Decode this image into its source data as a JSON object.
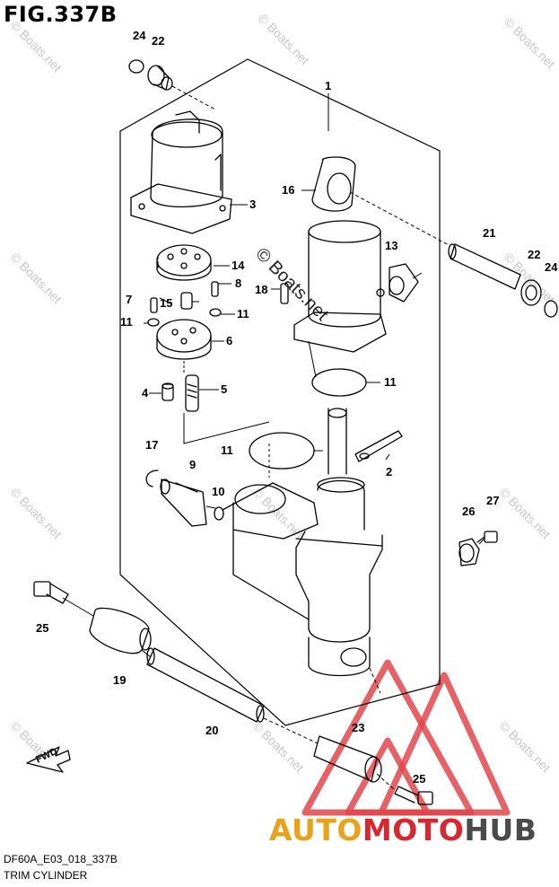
{
  "title": "FIG.337B",
  "code": "DF60A_E03_018_337B",
  "caption": "TRIM CYLINDER",
  "watermark": "© Boats.net",
  "brand": {
    "part1": "AUTO",
    "part2": "MOTO",
    "part3": "HUB"
  },
  "fwd_label": "FWD",
  "callouts": {
    "c1": "1",
    "c2": "2",
    "c3": "3",
    "c4": "4",
    "c5": "5",
    "c6": "6",
    "c7": "7",
    "c8": "8",
    "c9": "9",
    "c10": "10",
    "c11a": "11",
    "c11b": "11",
    "c11c": "11",
    "c11d": "11",
    "c13": "13",
    "c14": "14",
    "c15": "15",
    "c16": "16",
    "c17": "17",
    "c18": "18",
    "c19": "19",
    "c20": "20",
    "c21": "21",
    "c22a": "22",
    "c22b": "22",
    "c23": "23",
    "c24a": "24",
    "c24b": "24",
    "c25a": "25",
    "c25b": "25",
    "c26": "26",
    "c27": "27"
  }
}
